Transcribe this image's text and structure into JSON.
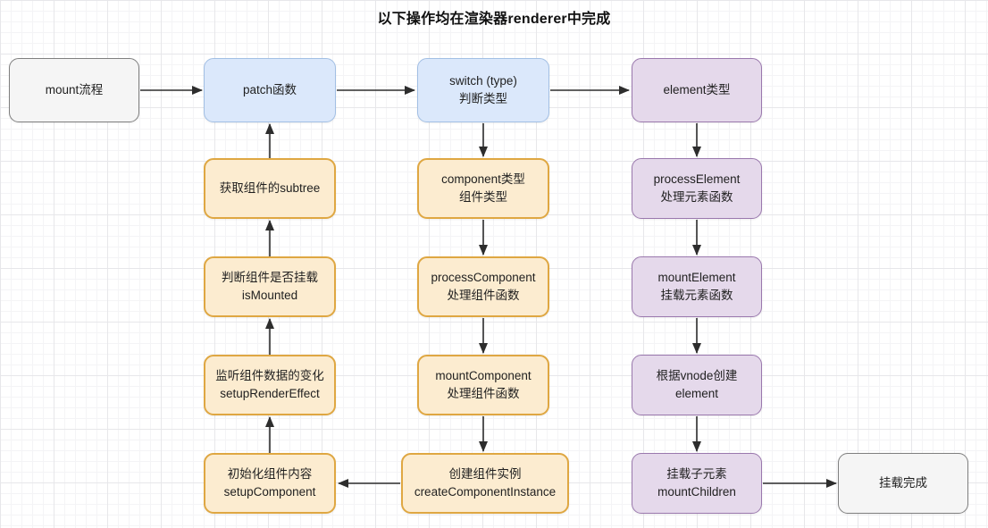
{
  "title": "以下操作均在渲染器renderer中完成",
  "colors": {
    "gray_fill": "#f5f5f5",
    "gray_border": "#7f7f7f",
    "blue_fill": "#dbe8fb",
    "blue_border": "#a2bfe4",
    "orange_fill": "#fcecd0",
    "orange_border": "#dfa742",
    "purple_fill": "#e5d9eb",
    "purple_border": "#9a78ad",
    "arrow": "#2d2d2d",
    "grid_line": "#e7e7ea"
  },
  "nodes": {
    "mount_flow": {
      "line1": "mount流程"
    },
    "patch_fn": {
      "line1": "patch函数"
    },
    "switch_type": {
      "line1": "switch (type)",
      "line2": "判断类型"
    },
    "element_type": {
      "line1": "element类型"
    },
    "get_subtree": {
      "line1": "获取组件的subtree"
    },
    "is_mounted": {
      "line1": "判断组件是否挂载",
      "line2": "isMounted"
    },
    "setup_render_effect": {
      "line1": "监听组件数据的变化",
      "line2": "setupRenderEffect"
    },
    "setup_component": {
      "line1": "初始化组件内容",
      "line2": "setupComponent"
    },
    "component_type": {
      "line1": "component类型",
      "line2": "组件类型"
    },
    "process_component": {
      "line1": "processComponent",
      "line2": "处理组件函数"
    },
    "mount_component": {
      "line1": "mountComponent",
      "line2": "处理组件函数"
    },
    "create_component_instance": {
      "line1": "创建组件实例",
      "line2": "createComponentInstance"
    },
    "process_element": {
      "line1": "processElement",
      "line2": "处理元素函数"
    },
    "mount_element": {
      "line1": "mountElement",
      "line2": "挂载元素函数"
    },
    "create_element_from_vnode": {
      "line1": "根据vnode创建",
      "line2": "element"
    },
    "mount_children": {
      "line1": "挂载子元素",
      "line2": "mountChildren"
    },
    "mount_done": {
      "line1": "挂载完成"
    }
  }
}
